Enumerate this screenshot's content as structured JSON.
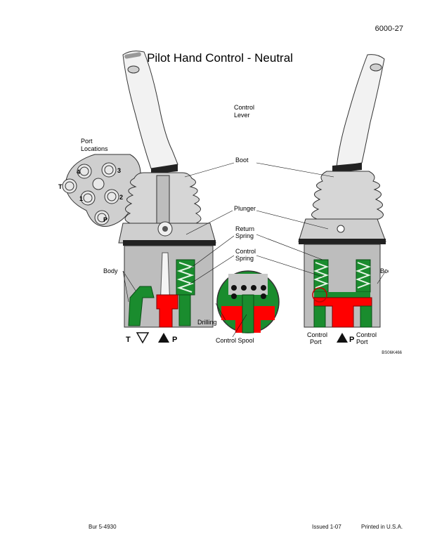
{
  "page_number": "6000-27",
  "figure": {
    "title": "Pilot Hand Control - Neutral",
    "labels": {
      "control_lever": [
        "Control",
        "Lever"
      ],
      "port_locations": [
        "Port",
        "Locations"
      ],
      "boot": "Boot",
      "plunger": "Plunger",
      "return_spring": [
        "Return",
        "Spring"
      ],
      "control_spring": [
        "Control",
        "Spring"
      ],
      "body_left": "Body",
      "body_right": "Body",
      "drilling": "Drilling",
      "control_spool": "Control Spool",
      "t_port": "T",
      "p_port_left": "P",
      "p_port_right": "P",
      "control_port_left": [
        "Control",
        "Port"
      ],
      "control_port_right": [
        "Control",
        "Port"
      ],
      "port_numbers": [
        "4",
        "3",
        "T",
        "1",
        "2",
        "P"
      ]
    },
    "figure_id": "BS06K466"
  },
  "footer": {
    "left": "Bur 5-4930",
    "issued": "Issued 1-07",
    "printed": "Printed in U.S.A."
  },
  "colors": {
    "pressure": "#ff0000",
    "return": "#1a8c2e",
    "body_gray": "#bdbdbd"
  }
}
